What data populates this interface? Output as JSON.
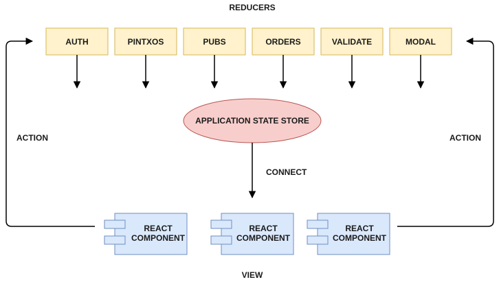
{
  "title": "REDUCERS",
  "reducers": [
    "AUTH",
    "PINTXOS",
    "PUBS",
    "ORDERS",
    "VALIDATE",
    "MODAL"
  ],
  "store": {
    "label": "APPLICATION STATE STORE"
  },
  "connect_label": "CONNECT",
  "action_left": "ACTION",
  "action_right": "ACTION",
  "components": [
    {
      "line1": "REACT",
      "line2": "COMPONENT"
    },
    {
      "line1": "REACT",
      "line2": "COMPONENT"
    },
    {
      "line1": "REACT",
      "line2": "COMPONENT"
    }
  ],
  "footer": "VIEW",
  "colors": {
    "reducer_fill": "#fff2cc",
    "reducer_stroke": "#d6b656",
    "store_fill": "#f8cecc",
    "store_stroke": "#b85450",
    "component_fill": "#dae8fc",
    "component_stroke": "#6c8ebf",
    "line": "#000000"
  }
}
